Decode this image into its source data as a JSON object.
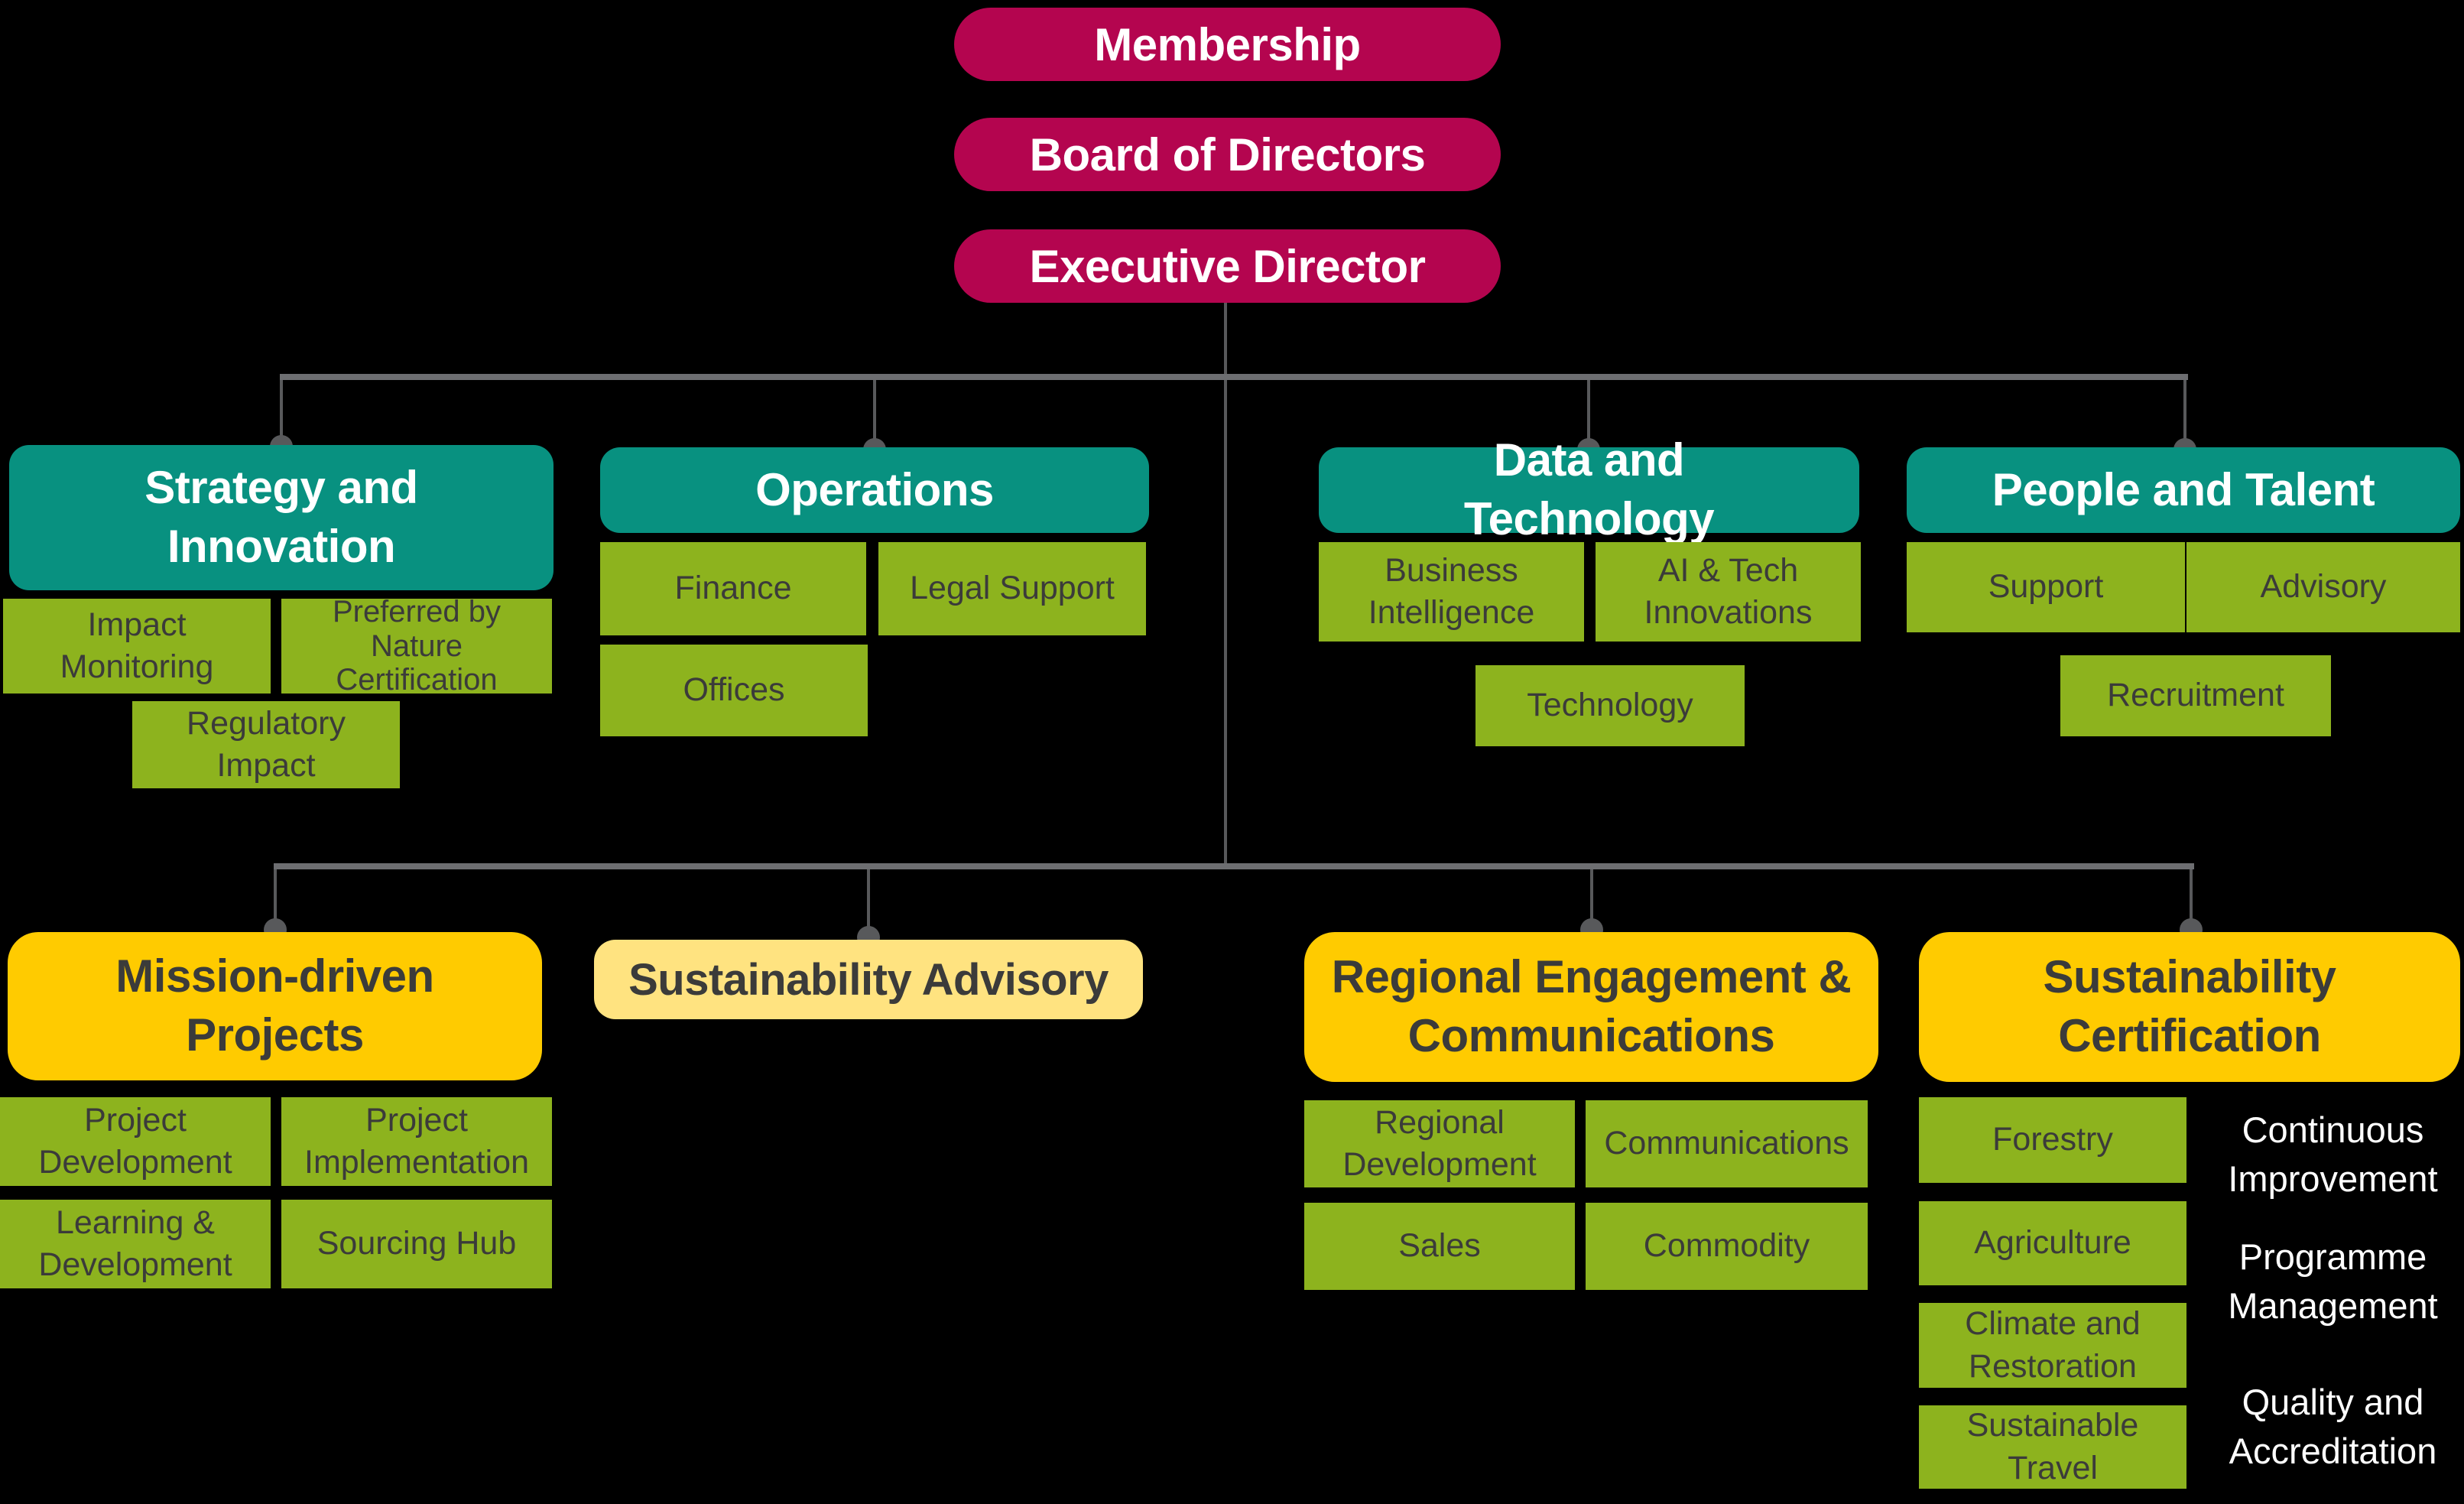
{
  "org": {
    "top": [
      {
        "label": "Membership"
      },
      {
        "label": "Board of Directors"
      },
      {
        "label": "Executive Director"
      }
    ],
    "row1": [
      {
        "title": "Strategy and Innovation",
        "children": [
          "Impact Monitoring",
          "Preferred by Nature Certification",
          "Regulatory Impact"
        ]
      },
      {
        "title": "Operations",
        "children": [
          "Finance",
          "Legal Support",
          "Offices"
        ]
      },
      {
        "title": "Data and Technology",
        "children": [
          "Business Intelligence",
          "AI & Tech Innovations",
          "Technology"
        ]
      },
      {
        "title": "People and Talent",
        "children": [
          "Support",
          "Advisory",
          "Recruitment"
        ]
      }
    ],
    "row2": [
      {
        "title": "Mission-driven Projects",
        "children": [
          "Project Development",
          "Project Implementation",
          "Learning & Development",
          "Sourcing Hub"
        ]
      },
      {
        "title": "Sustainability Advisory",
        "children": []
      },
      {
        "title": "Regional Engagement & Communications",
        "children": [
          "Regional Development",
          "Communications",
          "Sales",
          "Commodity"
        ]
      },
      {
        "title": "Sustainability Certification",
        "children": [
          "Forestry",
          "Agriculture",
          "Climate and Restoration",
          "Sustainable Travel"
        ]
      }
    ],
    "side_labels": [
      "Continuous Improvement",
      "Programme Management",
      "Quality and Accreditation"
    ]
  },
  "colors": {
    "background": "#000000",
    "magenta": "#B4054F",
    "teal": "#089180",
    "green": "#8DB31E",
    "yellow": "#FFCB00",
    "light_yellow": "#FFE380",
    "connector_line": "#6D6E71",
    "connector_dot": "#58595B",
    "dark_text": "#3B3B3A",
    "white_text": "#FFFFFF"
  }
}
